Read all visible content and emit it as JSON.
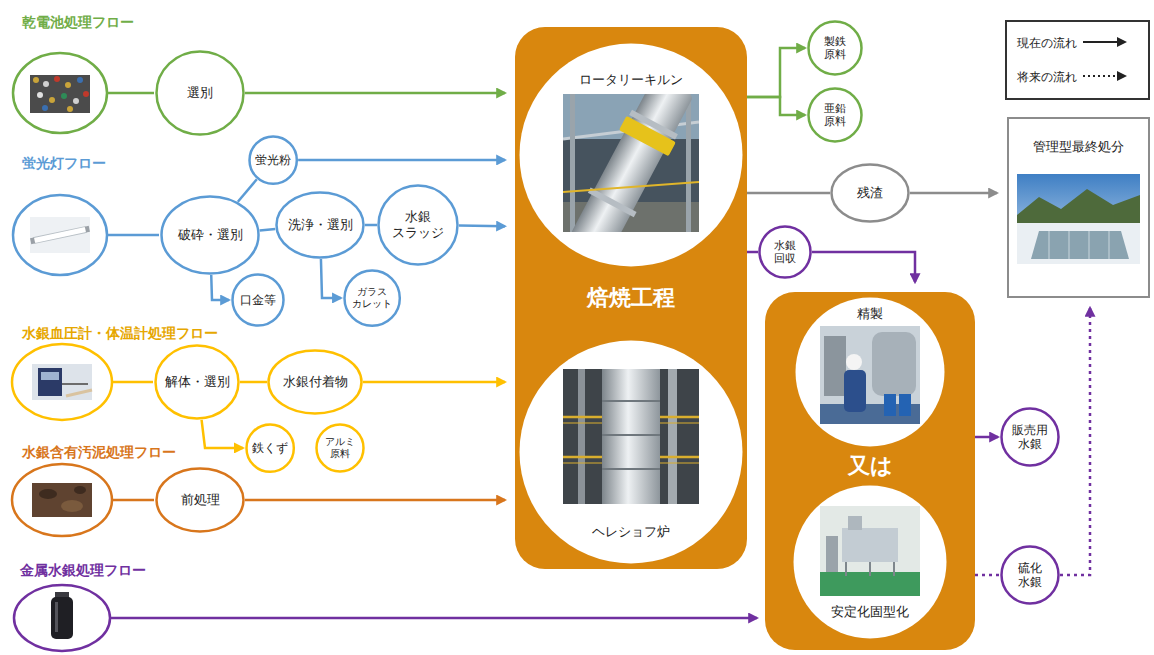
{
  "diagram": {
    "nodes": [
      {
        "text": [
          "選別"
        ]
      },
      {
        "text": [
          "蛍光粉"
        ]
      },
      {
        "text": [
          "破砕・選別"
        ]
      },
      {
        "text": [
          "洗浄・選別"
        ]
      },
      {
        "text": [
          "水銀 スラッジ"
        ]
      },
      {
        "text": [
          "口金等"
        ]
      },
      {
        "text": [
          "ガラス カレット"
        ]
      },
      {
        "text": [
          "解体・選別"
        ]
      },
      {
        "text": [
          "水銀付着物"
        ]
      },
      {
        "text": [
          "鉄くず"
        ]
      },
      {
        "text": [
          "アルミ 原料"
        ]
      },
      {
        "text": [
          "前処理"
        ]
      },
      {
        "text": [
          "焙焼工程"
        ]
      },
      {
        "text": [
          "ロータリーキルン"
        ],
        "in": 12
      },
      {
        "text": [
          "ヘレショフ炉"
        ],
        "in": 12
      },
      {
        "text": [
          "製鉄 原料"
        ]
      },
      {
        "text": [
          "亜鉛 原料"
        ]
      },
      {
        "text": [
          "残渣"
        ]
      },
      {
        "text": [
          "水銀 回収"
        ]
      },
      {
        "text": [
          "又は"
        ]
      },
      {
        "text": [
          "精製"
        ],
        "in": 19
      },
      {
        "text": [
          "安定化固型化"
        ],
        "in": 19
      },
      {
        "text": [
          "販売用 水銀"
        ]
      },
      {
        "text": [
          "硫化 水銀"
        ]
      },
      {
        "text": [
          "管理型最終処分"
        ]
      }
    ],
    "edges": [
      {
        "from": 0,
        "to": 12,
        "arrow": "to"
      },
      {
        "from": 2,
        "to": 1,
        "arrow": "none"
      },
      {
        "from": 1,
        "to": 12,
        "arrow": "to"
      },
      {
        "from": 2,
        "to": 5,
        "arrow": "to"
      },
      {
        "from": 2,
        "to": 3,
        "arrow": "none"
      },
      {
        "from": 3,
        "to": 6,
        "arrow": "to"
      },
      {
        "from": 3,
        "to": 4,
        "arrow": "none"
      },
      {
        "from": 4,
        "to": 12,
        "arrow": "to"
      },
      {
        "from": 7,
        "to": 8,
        "arrow": "none"
      },
      {
        "from": 7,
        "to": 9,
        "arrow": "to"
      },
      {
        "from": 8,
        "to": 12,
        "arrow": "to"
      },
      {
        "from": 11,
        "to": 12,
        "arrow": "to"
      },
      {
        "from": 12,
        "to": 15,
        "arrow": "to"
      },
      {
        "from": 12,
        "to": 16,
        "arrow": "to"
      },
      {
        "from": 12,
        "to": 17,
        "arrow": "none"
      },
      {
        "from": 17,
        "to": 24,
        "arrow": "to"
      },
      {
        "from": 12,
        "to": 18,
        "arrow": "none"
      },
      {
        "from": 18,
        "to": 19,
        "arrow": "to"
      },
      {
        "from": 19,
        "to": 22,
        "arrow": "to"
      },
      {
        "from": 19,
        "to": 23,
        "arrow": "none"
      },
      {
        "from": 23,
        "to": 24,
        "arrow": "to"
      }
    ],
    "labels": [
      "乾電池処理フロー",
      "蛍光灯フロー",
      "水銀血圧計・体温計処理フロー",
      "水銀含有汚泥処理フロー",
      "金属水銀処理フロー"
    ],
    "legend": [
      {
        "text": "現在の流れ"
      },
      {
        "text": "将来の流れ"
      }
    ]
  }
}
